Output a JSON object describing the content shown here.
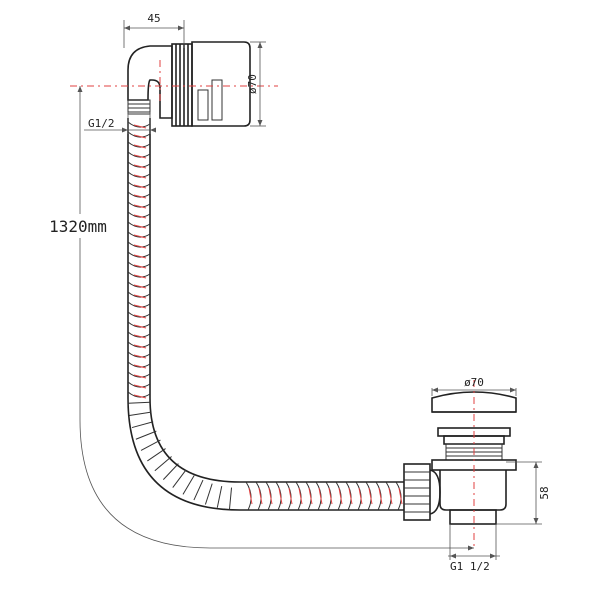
{
  "dimensions": {
    "overflow_width": "45",
    "overflow_diameter": "ø70",
    "thread_top": "G1/2",
    "hose_length": "1320mm",
    "waste_diameter": "ø70",
    "waste_height": "58",
    "thread_bottom": "G1 1/2"
  },
  "colors": {
    "line": "#333333",
    "centerline": "#e04040",
    "background": "#ffffff"
  }
}
